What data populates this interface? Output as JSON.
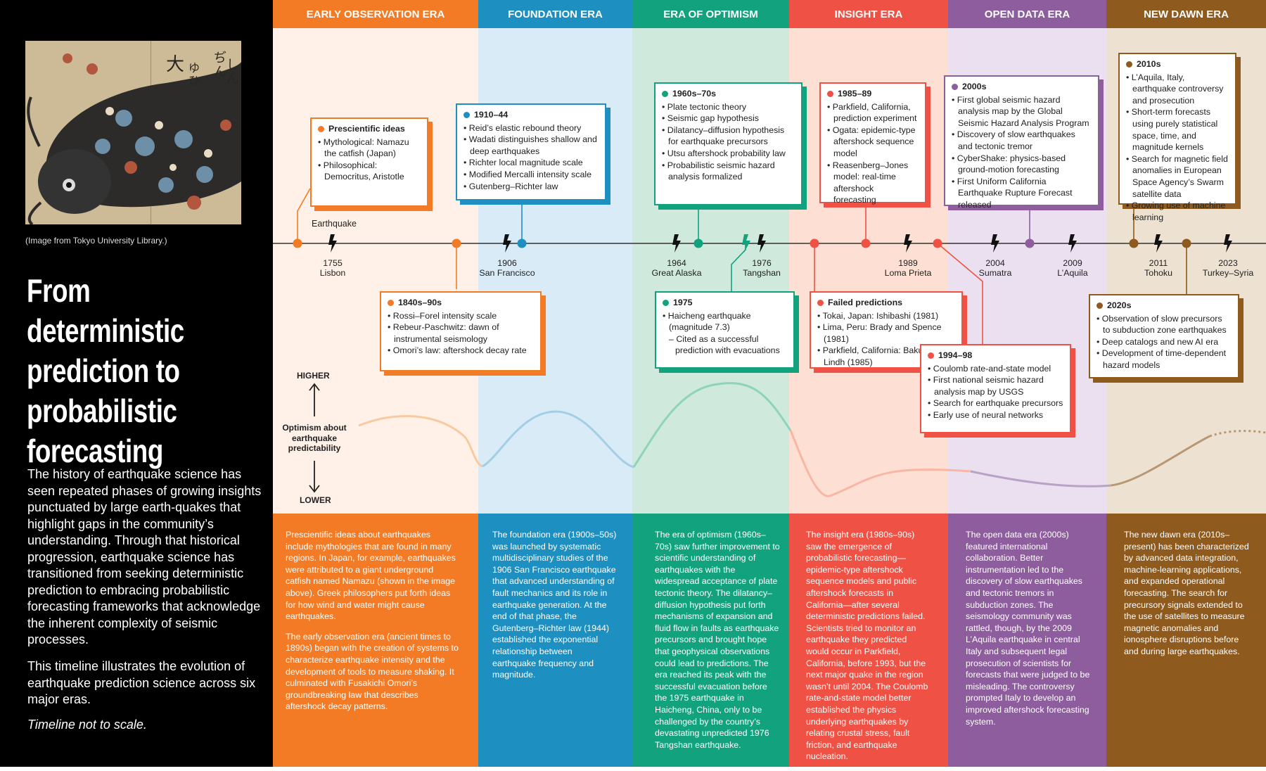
{
  "left_panel": {
    "image_caption": "(Image from Tokyo University Library.)",
    "title": "From deterministic prediction to probabilistic forecasting",
    "intro": "The history of earthquake science has seen repeated phases of growing insights punctuated by large earth-quakes that highlight gaps in the community’s understanding. Through that historical progression, earthquake science has transitioned from seeking deterministic prediction to embracing probabilistic forecasting frameworks that acknowledge the inherent complexity of seismic processes.",
    "intro2": "This timeline illustrates the evolution of earthquake prediction science across six major eras.",
    "note": "Timeline not to scale.",
    "painting_chars": [
      "大",
      "ゆ",
      "ひ",
      "ぢ",
      "ん",
      "し",
      "ん"
    ]
  },
  "eras": [
    {
      "name": "EARLY OBSERVATION ERA",
      "header_color": "#f47b26",
      "bg_color": "#fff1e7",
      "wave_color": "#f9c9a0"
    },
    {
      "name": "FOUNDATION ERA",
      "header_color": "#1e8fc1",
      "bg_color": "#d8ebf6",
      "wave_color": "#a3cfe6"
    },
    {
      "name": "ERA OF OPTIMISM",
      "header_color": "#12a37e",
      "bg_color": "#cfe9dd",
      "wave_color": "#8fd3bc"
    },
    {
      "name": "INSIGHT ERA",
      "header_color": "#ef5244",
      "bg_color": "#fde0d3",
      "wave_color": "#f8b7a4"
    },
    {
      "name": "OPEN DATA ERA",
      "header_color": "#8e5d9e",
      "bg_color": "#ebe0f0",
      "wave_color": "#b8a3c6"
    },
    {
      "name": "NEW DAWN ERA",
      "header_color": "#8e5a1e",
      "bg_color": "#ede2d2",
      "wave_color": "#b89774"
    }
  ],
  "timeline": {
    "earthquake_label": "Earthquake",
    "optimism_label": "Optimism about earthquake predictability",
    "higher": "HIGHER",
    "lower": "LOWER"
  },
  "events": [
    {
      "year": "1755",
      "place": "Lisbon"
    },
    {
      "year": "1906",
      "place": "San Francisco"
    },
    {
      "year": "1964",
      "place": "Great Alaska"
    },
    {
      "year": "1976",
      "place": "Tangshan"
    },
    {
      "year": "1989",
      "place": "Loma Prieta"
    },
    {
      "year": "2004",
      "place": "Sumatra"
    },
    {
      "year": "2009",
      "place": "L’Aquila"
    },
    {
      "year": "2011",
      "place": "Tohoku"
    },
    {
      "year": "2023",
      "place": "Turkey–Syria"
    }
  ],
  "boxes": {
    "prescientific": {
      "title": "Prescientific ideas",
      "color": "#f47b26",
      "items": [
        "Mythological: Namazu the catfish (Japan)",
        "Philosophical: Democritus, Aristotle"
      ]
    },
    "b1840": {
      "title": "1840s–90s",
      "color": "#f47b26",
      "items": [
        "Rossi–Forel intensity scale",
        "Rebeur-Paschwitz: dawn of instrumental seismology",
        "Omori’s law: aftershock decay rate"
      ]
    },
    "b1910": {
      "title": "1910–44",
      "color": "#1e8fc1",
      "items": [
        "Reid’s elastic rebound theory",
        "Wadati distinguishes shallow and deep earthquakes",
        "Richter local magnitude scale",
        "Modified Mercalli intensity scale",
        "Gutenberg–Richter law"
      ]
    },
    "b1960": {
      "title": "1960s–70s",
      "color": "#12a37e",
      "items": [
        "Plate tectonic theory",
        "Seismic gap hypothesis",
        "Dilatancy–diffusion hypothesis for earthquake precursors",
        "Utsu aftershock probability law",
        "Probabilistic seismic hazard analysis formalized"
      ]
    },
    "b1975": {
      "title": "1975",
      "color": "#12a37e",
      "items": [
        "Haicheng earthquake (magnitude 7.3)"
      ],
      "sub": "– Cited as a successful prediction with evacuations"
    },
    "b1985": {
      "title": "1985–89",
      "color": "#ef5244",
      "items": [
        "Parkfield, California, prediction experiment",
        "Ogata: epidemic-type aftershock sequence model",
        "Reasenberg–Jones model: real-time aftershock forecasting"
      ]
    },
    "failed": {
      "title": "Failed predictions",
      "color": "#ef5244",
      "items": [
        "Tokai, Japan: Ishibashi (1981)",
        "Lima, Peru: Brady and Spence (1981)",
        "Parkfield, California: Bakun and Lindh (1985)"
      ]
    },
    "b1994": {
      "title": "1994–98",
      "color": "#ef5244",
      "items": [
        "Coulomb rate-and-state model",
        "First national seismic hazard analysis map by USGS",
        "Search for earthquake precursors",
        "Early use of neural networks"
      ]
    },
    "b2000": {
      "title": "2000s",
      "color": "#8e5d9e",
      "items": [
        "First global seismic hazard analysis map by the Global Seismic Hazard Analysis Program",
        "Discovery of slow earthquakes and tectonic tremor",
        "CyberShake: physics-based ground-motion forecasting",
        "First Uniform California Earthquake Rupture Forecast released"
      ]
    },
    "b2010": {
      "title": "2010s",
      "color": "#8e5a1e",
      "items": [
        "L’Aquila, Italy, earthquake controversy and prosecution",
        "Short-term forecasts using purely statistical space, time, and magnitude kernels",
        "Search for magnetic field anomalies in European Space Agency’s Swarm satellite data",
        "Growing use of machine learning"
      ]
    },
    "b2020": {
      "title": "2020s",
      "color": "#8e5a1e",
      "items": [
        "Observation of slow precursors to subduction zone earthquakes",
        "Deep catalogs and new AI era",
        "Development of time-dependent hazard models"
      ]
    }
  },
  "descriptions": {
    "early_p1": "Prescientific ideas about earthquakes include mythologies that are found in many regions. In Japan, for example, earthquakes were attributed to a giant underground catfish named Namazu (shown in the image above). Greek philosophers put forth ideas for how wind and water might cause earthquakes.",
    "early_p2": "The early observation era (ancient times to 1890s) began with the creation of systems to characterize earthquake intensity and the development of tools to measure shaking. It culminated with Fusakichi Omori’s groundbreaking law that describes aftershock decay patterns.",
    "foundation": "The foundation era (1900s–50s) was launched by systematic multidisciplinary studies of the 1906 San Francisco earthquake that advanced understanding of fault mechanics and its role in earthquake generation. At the end of that phase, the Gutenberg–Richter law (1944) established the exponential relationship between earthquake frequency and magnitude.",
    "optimism": "The era of optimism (1960s–70s) saw further improvement to scientific understanding of earthquakes with the widespread acceptance of plate tectonic theory. The dilatancy–diffusion hypothesis put forth mechanisms of expansion and fluid flow in faults as earthquake precursors and brought hope that geophysical observations could lead to predictions. The era reached its peak with the successful evacuation before the 1975 earthquake in Haicheng, China, only to be challenged by the country’s devastating unpredicted 1976 Tangshan earthquake.",
    "insight": "The insight era (1980s–90s) saw the emergence of probabilistic forecasting—epidemic-type aftershock sequence models and public aftershock forecasts in California—after several deterministic predictions failed. Scientists tried to monitor an earthquake they predicted would occur in Parkfield, California, before 1993, but the next major quake in the region wasn’t until 2004. The Coulomb rate-and-state model better established the physics underlying earthquakes by relating crustal stress, fault friction, and earthquake nucleation.",
    "opendata": "The open data era (2000s) featured international collaboration. Better instrumentation led to the discovery of slow earthquakes and tectonic tremors in subduction zones. The seismology community was rattled, though, by the 2009 L’Aquila earthquake in central Italy and subsequent legal prosecution of scientists for forecasts that were judged to be misleading. The controversy prompted Italy to develop an improved aftershock forecasting system.",
    "newdawn": "The new dawn era (2010s–present) has been characterized by advanced data integration, machine-learning applications, and expanded operational forecasting. The search for precursory signals extended to the use of satellites to measure magnetic anomalies and ionosphere disruptions before and during large earthquakes."
  }
}
